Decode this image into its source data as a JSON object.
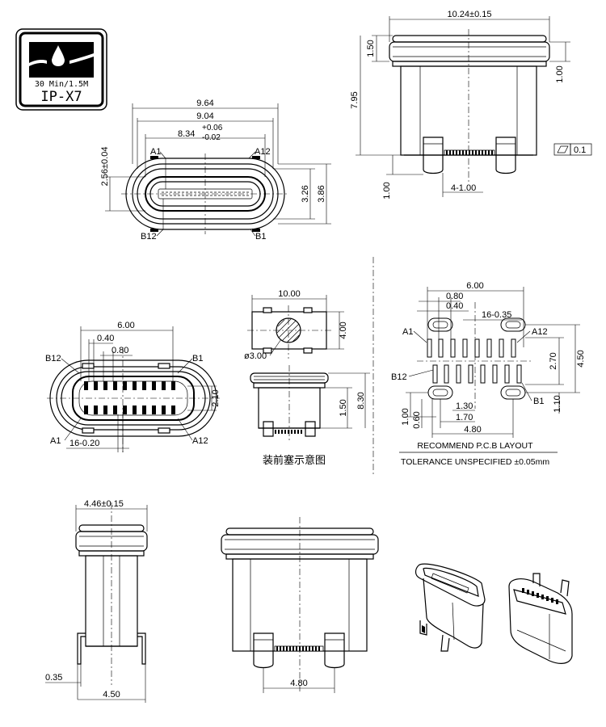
{
  "badge": {
    "line1": "30 Min/1.5M",
    "line2": "IP-X7"
  },
  "side_top": {
    "width": "10.24±0.15",
    "flange": "1.50",
    "height": "7.95",
    "top_band": "1.00",
    "leg": "1.00",
    "pitch": "4-1.00",
    "flatness": "0.1"
  },
  "front_top": {
    "w1": "9.64",
    "w2": "9.04",
    "w3": "8.34",
    "tol_plus": "+0.06",
    "tol_minus": "-0.02",
    "h1": "2.56±0.04",
    "h2": "3.26",
    "h3": "3.86",
    "labels": {
      "a1": "A1",
      "a12": "A12",
      "b12": "B12",
      "b1": "B1"
    }
  },
  "pin_view": {
    "w": "6.00",
    "d1": "0.40",
    "d2": "0.80",
    "h": "2.10",
    "pitch": "16-0.20",
    "labels": {
      "b12": "B12",
      "b1": "B1",
      "a1": "A1",
      "a12": "A12"
    }
  },
  "panel": {
    "w": "10.00",
    "h": "4.00",
    "dia": "ø3.00",
    "h2": "1.50",
    "h3": "8.30",
    "caption": "装前塞示意图"
  },
  "pcb": {
    "w": "6.00",
    "d1": "0.80",
    "d2": "0.40",
    "slots": "16-0.35",
    "h1": "2.70",
    "h2": "4.50",
    "h3": "1.10",
    "v1": "1.00",
    "v2": "0.60",
    "x1": "1.30",
    "x2": "1.70",
    "x3": "4.80",
    "labels": {
      "a1": "A1",
      "a12": "A12",
      "b12": "B12",
      "b1": "B1"
    },
    "title": "RECOMMEND P.C.B LAYOUT",
    "tolerance": "TOLERANCE UNSPECIFIED ±0.05mm"
  },
  "side_bottom": {
    "width": "4.46±0.15",
    "lead": "0.35",
    "span": "4.50"
  },
  "front_bottom": {
    "span": "4.80"
  }
}
